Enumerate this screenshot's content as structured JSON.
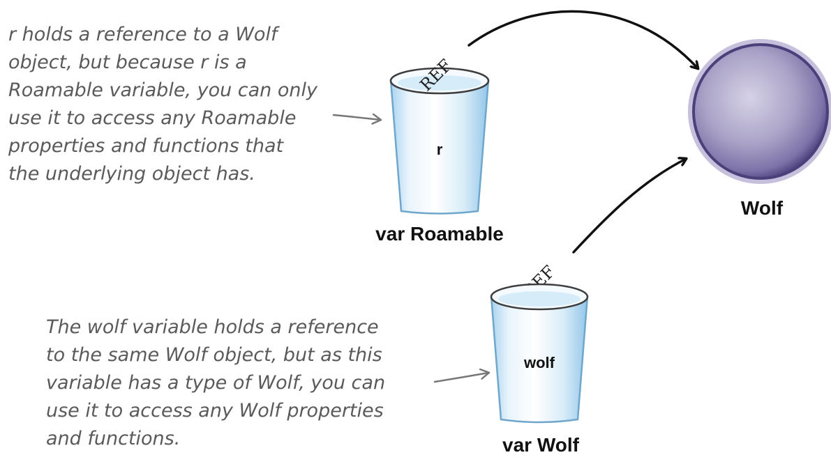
{
  "roamable_note": {
    "lines": [
      "r holds a reference to a Wolf",
      "object, but because r is a",
      "Roamable variable, you can only",
      "use it to access any Roamable",
      "properties and functions that",
      "the underlying object has."
    ]
  },
  "wolf_note": {
    "lines": [
      "The wolf variable holds a reference",
      "to the same Wolf object, but as this",
      "variable has a type of Wolf, you can",
      "use it to access any Wolf properties",
      "and functions."
    ]
  },
  "roamable_cup": {
    "name": "r",
    "type_label": "var Roamable",
    "ref_tag": "REF"
  },
  "wolf_cup": {
    "name": "wolf",
    "type_label": "var Wolf",
    "ref_tag": "REF"
  },
  "wolf_object": {
    "label": "Wolf"
  },
  "colors": {
    "cup_fill": "#cfe6f5",
    "cup_stripe": "#9ccbe9",
    "object_fill": "#a7a0c4",
    "object_rim": "#5b4f86"
  }
}
